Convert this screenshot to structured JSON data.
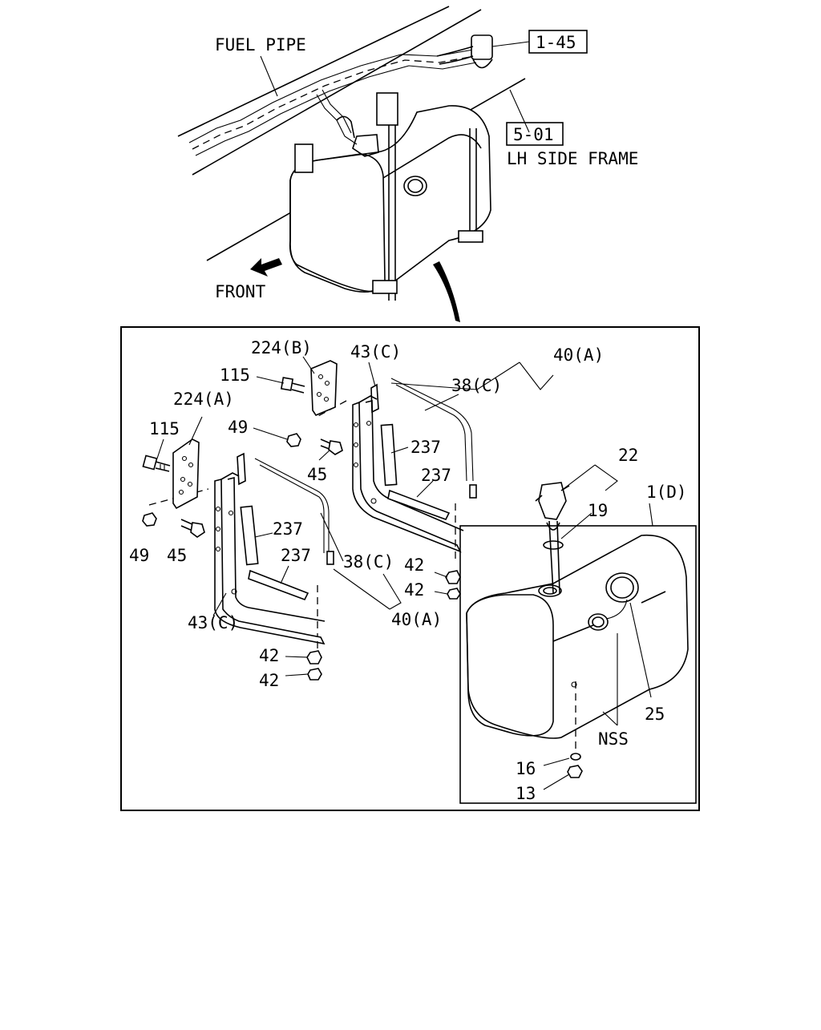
{
  "top_view": {
    "fuel_pipe": "FUEL PIPE",
    "ref_1_45": "1-45",
    "ref_5_01": "5-01",
    "lh_side_frame": "LH SIDE FRAME",
    "front": "FRONT"
  },
  "callouts": {
    "c224b": "224(B)",
    "c43c_top": "43(C)",
    "c40a_top": "40(A)",
    "c115_top": "115",
    "c38c_top": "38(C)",
    "c224a": "224(A)",
    "c49_top": "49",
    "c237_a": "237",
    "c115_left": "115",
    "c45_top": "45",
    "c237_b": "237",
    "c22": "22",
    "c1d": "1(D)",
    "c19": "19",
    "c237_c": "237",
    "c38c_bottom": "38(C)",
    "c237_d": "237",
    "c49_left": "49",
    "c45_left": "45",
    "c42_a": "42",
    "c42_b": "42",
    "c40a_bottom": "40(A)",
    "c43c_bottom": "43(C)",
    "c42_c": "42",
    "c42_d": "42",
    "c25": "25",
    "cnss": "NSS",
    "c16": "16",
    "c13": "13"
  }
}
